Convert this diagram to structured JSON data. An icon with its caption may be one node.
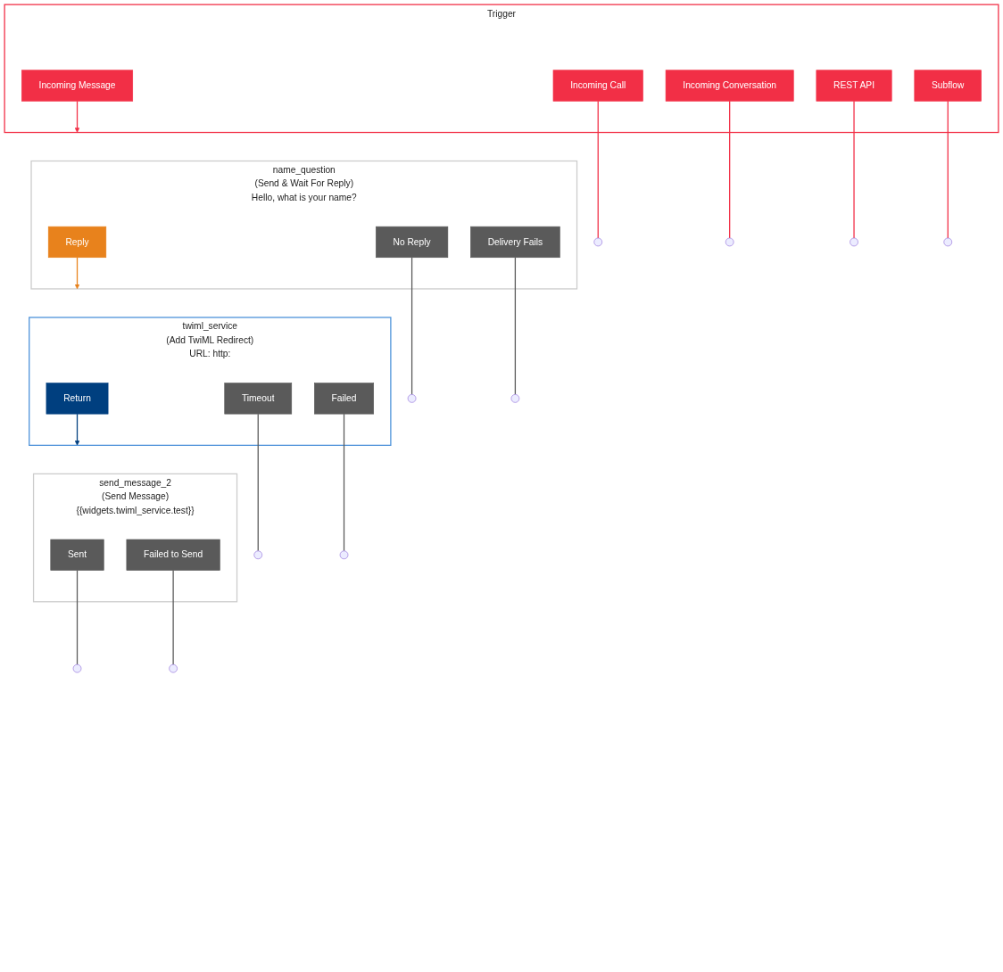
{
  "diagram": {
    "nodes": [
      {
        "text": [
          "Trigger"
        ]
      },
      {
        "text": [
          "Incoming Message"
        ],
        "in": 0
      },
      {
        "text": [
          "Incoming Call"
        ],
        "in": 0
      },
      {
        "text": [
          "Incoming Conversation"
        ],
        "in": 0
      },
      {
        "text": [
          "REST API"
        ],
        "in": 0
      },
      {
        "text": [
          "Subflow"
        ],
        "in": 0
      },
      {
        "text": [],
        "shape": "circle"
      },
      {
        "text": [],
        "shape": "circle"
      },
      {
        "text": [],
        "shape": "circle"
      },
      {
        "text": [],
        "shape": "circle"
      },
      {
        "text": [
          "name_question",
          "(Send & Wait For Reply)",
          "Hello, what is your name?"
        ]
      },
      {
        "text": [
          "Reply"
        ],
        "in": 10
      },
      {
        "text": [
          "No Reply"
        ],
        "in": 10
      },
      {
        "text": [
          "Delivery Fails"
        ],
        "in": 10
      },
      {
        "text": [],
        "shape": "circle"
      },
      {
        "text": [],
        "shape": "circle"
      },
      {
        "text": [
          "twiml_service",
          "(Add TwiML Redirect)",
          "URL: http:"
        ]
      },
      {
        "text": [
          "Return"
        ],
        "in": 16
      },
      {
        "text": [
          "Timeout"
        ],
        "in": 16
      },
      {
        "text": [
          "Failed"
        ],
        "in": 16
      },
      {
        "text": [],
        "shape": "circle"
      },
      {
        "text": [],
        "shape": "circle"
      },
      {
        "text": [
          "send_message_2",
          "(Send Message)",
          "{{widgets.twiml_service.test}}"
        ]
      },
      {
        "text": [
          "Sent"
        ],
        "in": 22
      },
      {
        "text": [
          "Failed to Send"
        ],
        "in": 22
      },
      {
        "text": [],
        "shape": "circle"
      },
      {
        "text": [],
        "shape": "circle"
      }
    ],
    "edges": [
      {
        "from": 1,
        "to": 10,
        "arrow": "to",
        "color": "#f22f46"
      },
      {
        "from": 2,
        "to": 6,
        "arrow": "none",
        "color": "#f22f46"
      },
      {
        "from": 3,
        "to": 7,
        "arrow": "none",
        "color": "#f22f46"
      },
      {
        "from": 4,
        "to": 8,
        "arrow": "none",
        "color": "#f22f46"
      },
      {
        "from": 5,
        "to": 9,
        "arrow": "none",
        "color": "#f22f46"
      },
      {
        "from": 11,
        "to": 16,
        "arrow": "to",
        "color": "#e8821c"
      },
      {
        "from": 12,
        "to": 14,
        "arrow": "none"
      },
      {
        "from": 13,
        "to": 15,
        "arrow": "none"
      },
      {
        "from": 17,
        "to": 22,
        "arrow": "to",
        "color": "#003f7f"
      },
      {
        "from": 18,
        "to": 20,
        "arrow": "none"
      },
      {
        "from": 19,
        "to": 21,
        "arrow": "none"
      },
      {
        "from": 23,
        "to": 25,
        "arrow": "none"
      },
      {
        "from": 24,
        "to": 26,
        "arrow": "none"
      }
    ]
  }
}
